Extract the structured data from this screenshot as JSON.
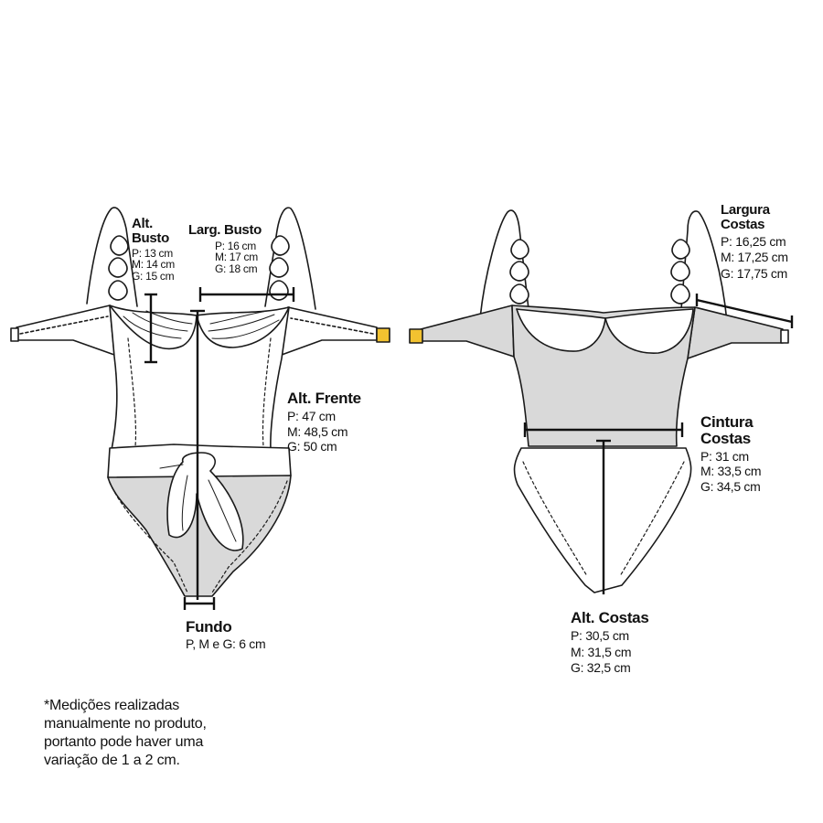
{
  "front": {
    "alt_busto": {
      "title_1": "Alt.",
      "title_2": "Busto",
      "values": [
        "P: 13 cm",
        "M: 14 cm",
        "G: 15 cm"
      ]
    },
    "larg_busto": {
      "title": "Larg. Busto",
      "values": [
        "P: 16 cm",
        "M: 17 cm",
        "G: 18 cm"
      ]
    },
    "alt_frente": {
      "title": "Alt. Frente",
      "values": [
        "P: 47 cm",
        "M: 48,5 cm",
        "G: 50 cm"
      ]
    },
    "fundo": {
      "title": "Fundo",
      "value": "P, M e G: 6 cm"
    }
  },
  "back": {
    "largura_costas": {
      "title_1": "Largura",
      "title_2": "Costas",
      "values": [
        "P: 16,25 cm",
        "M: 17,25 cm",
        "G: 17,75 cm"
      ]
    },
    "cintura_costas": {
      "title_1": "Cintura",
      "title_2": "Costas",
      "values": [
        "P: 31 cm",
        "M: 33,5 cm",
        "G: 34,5 cm"
      ]
    },
    "alt_costas": {
      "title": "Alt. Costas",
      "values": [
        "P: 30,5 cm",
        "M: 31,5 cm",
        "G: 32,5 cm"
      ]
    }
  },
  "note_lines": [
    "*Medições realizadas",
    "manualmente no produto,",
    "portanto pode haver uma",
    "variação de 1 a 2 cm."
  ],
  "colors": {
    "line": "#1a1a1a",
    "fill_gray": "#d9d9d9",
    "clasp": "#f2c230"
  }
}
